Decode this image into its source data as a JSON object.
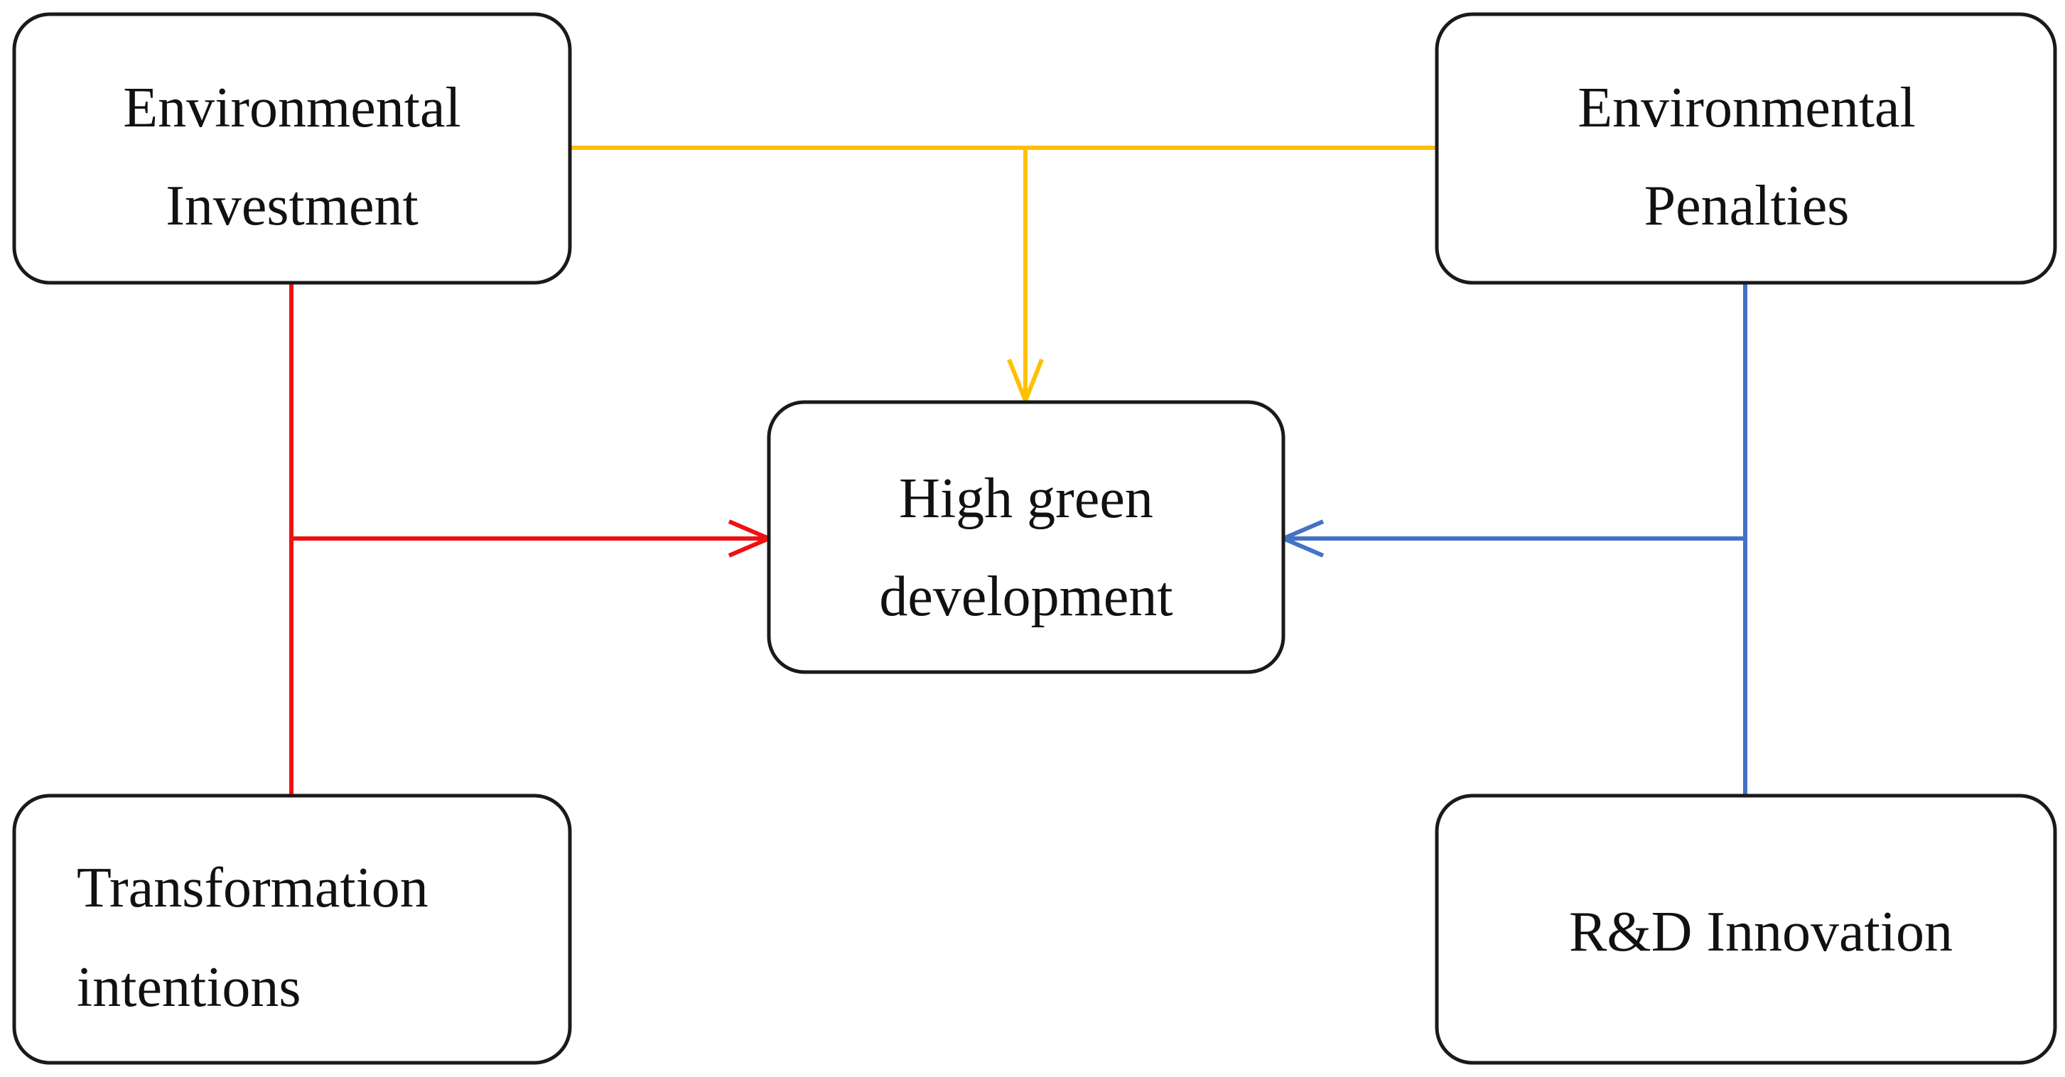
{
  "nodes": {
    "env_investment": {
      "line1": "Environmental",
      "line2": "Investment"
    },
    "env_penalties": {
      "line1": "Environmental",
      "line2": "Penalties"
    },
    "high_green": {
      "line1": "High green",
      "line2": "development"
    },
    "transformation": {
      "line1": "Transformation",
      "line2": "intentions"
    },
    "rd_innovation": {
      "line1": "R&D Innovation"
    }
  },
  "colors": {
    "investment_penalties_link": "#FFC000",
    "transformation_link": "#EE1111",
    "innovation_link": "#4472C4",
    "box_border": "#1A1A1A"
  }
}
